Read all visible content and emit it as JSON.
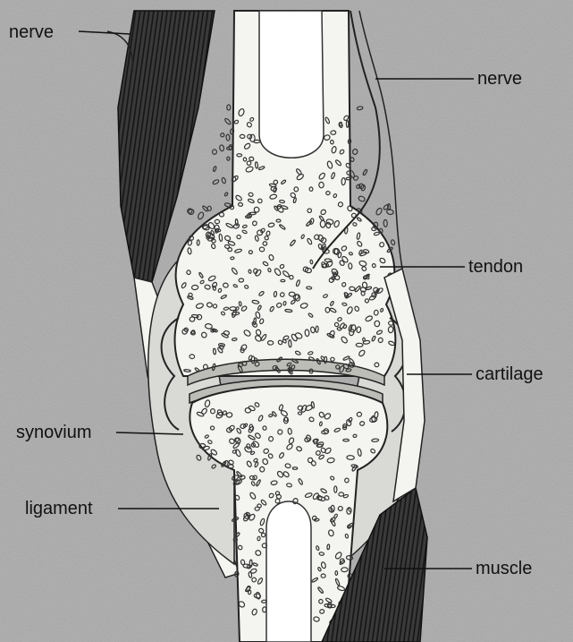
{
  "labels": {
    "nerve_left": "nerve",
    "nerve_right": "nerve",
    "tendon": "tendon",
    "cartilage": "cartilage",
    "synovium": "synovium",
    "ligament": "ligament",
    "muscle": "muscle"
  }
}
